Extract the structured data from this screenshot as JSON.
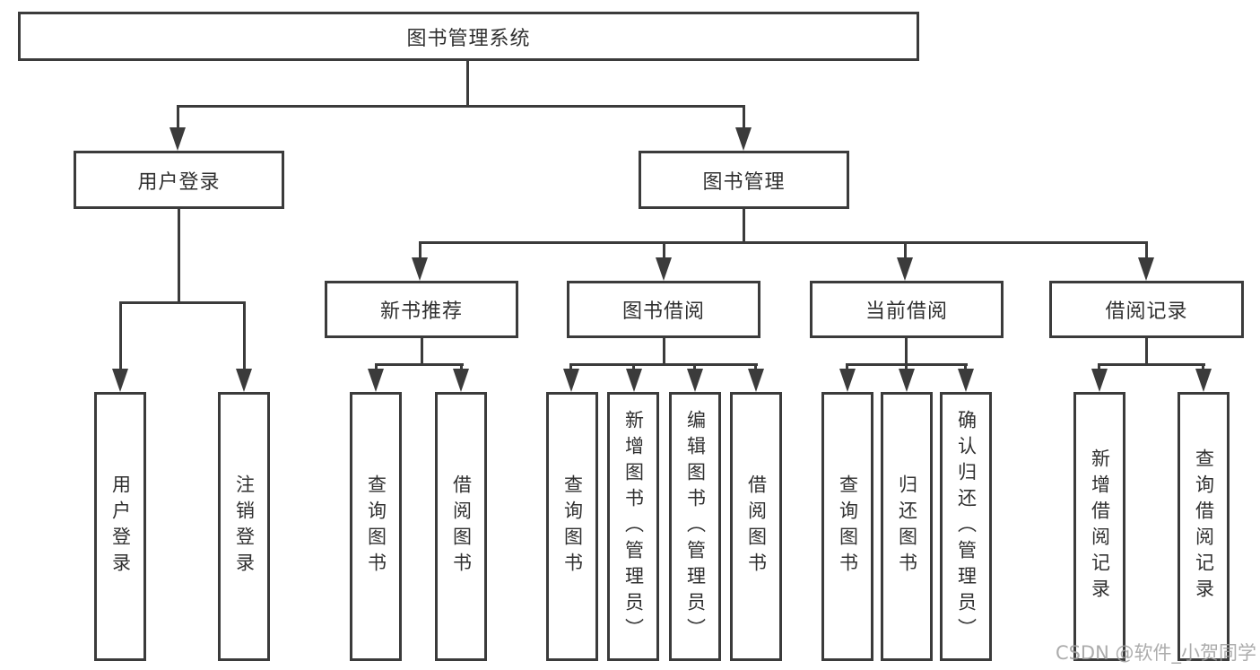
{
  "diagram": {
    "title": "图书管理系统",
    "root": {
      "label": "图书管理系统"
    },
    "level2": [
      {
        "label": "用户登录"
      },
      {
        "label": "图书管理"
      }
    ],
    "level3": [
      {
        "label": "新书推荐",
        "parent": "图书管理"
      },
      {
        "label": "图书借阅",
        "parent": "图书管理"
      },
      {
        "label": "当前借阅",
        "parent": "图书管理"
      },
      {
        "label": "借阅记录",
        "parent": "图书管理"
      }
    ],
    "leaves": [
      {
        "label": "用户登录",
        "parent": "用户登录"
      },
      {
        "label": "注销登录",
        "parent": "用户登录"
      },
      {
        "label": "查询图书",
        "parent": "新书推荐"
      },
      {
        "label": "借阅图书",
        "parent": "新书推荐"
      },
      {
        "label": "查询图书",
        "parent": "图书借阅"
      },
      {
        "label": "新增图书（管理员）",
        "parent": "图书借阅"
      },
      {
        "label": "编辑图书（管理员）",
        "parent": "图书借阅"
      },
      {
        "label": "借阅图书",
        "parent": "图书借阅"
      },
      {
        "label": "查询图书",
        "parent": "当前借阅"
      },
      {
        "label": "归还图书",
        "parent": "当前借阅"
      },
      {
        "label": "确认归还（管理员）",
        "parent": "当前借阅"
      },
      {
        "label": "新增借阅记录",
        "parent": "借阅记录"
      },
      {
        "label": "查询借阅记录",
        "parent": "借阅记录"
      }
    ]
  },
  "watermark": {
    "text": "CSDN @软件_小贺同学"
  },
  "colors": {
    "line": "#3b3b3b",
    "text": "#303030",
    "background": "#ffffff",
    "watermark": "#9e9e9e"
  }
}
